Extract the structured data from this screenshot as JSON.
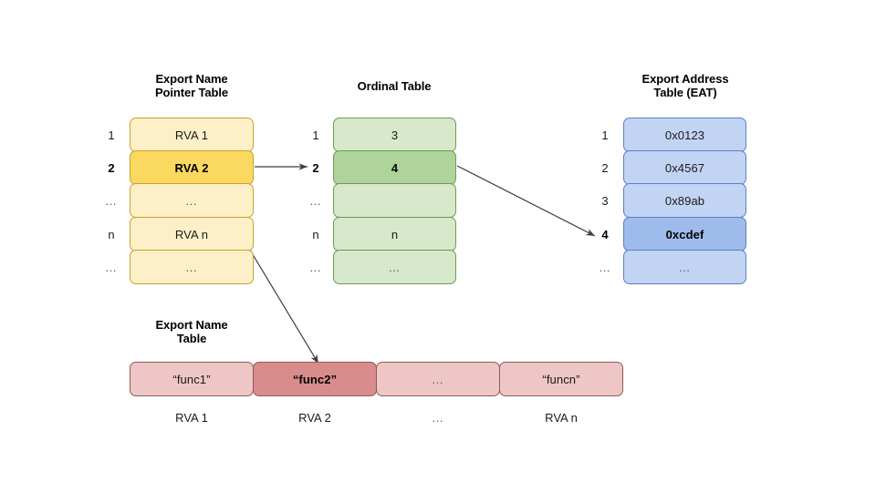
{
  "diagram": {
    "title_note": "PE export directory lookup diagram",
    "background": "#ffffff"
  },
  "colors": {
    "yellow_base": "#FDF0C8",
    "yellow_highlight": "#FBD85F",
    "yellow_border": "#C9A227",
    "green_base": "#D8E8CB",
    "green_highlight": "#AFD49B",
    "green_border": "#6C9B53",
    "blue_base": "#C2D4F4",
    "blue_highlight": "#9FBBEC",
    "blue_border": "#5B7FC0",
    "pink_base": "#EFC6C6",
    "pink_highlight": "#D98C8C",
    "pink_border": "#8C5B5B",
    "arrow": "#3f3f3f"
  },
  "name_pointer_table": {
    "title_line1": "Export Name",
    "title_line2": "Pointer Table",
    "indices": [
      "1",
      "2",
      "…",
      "n",
      "…"
    ],
    "rows": [
      {
        "value": "RVA 1",
        "highlight": false
      },
      {
        "value": "RVA 2",
        "highlight": true
      },
      {
        "value": "…",
        "highlight": false
      },
      {
        "value": "RVA n",
        "highlight": false
      },
      {
        "value": "…",
        "highlight": false
      }
    ]
  },
  "ordinal_table": {
    "title_line1": "Ordinal Table",
    "title_line2": "",
    "indices": [
      "1",
      "2",
      "…",
      "n",
      "…"
    ],
    "rows": [
      {
        "value": "3",
        "highlight": false
      },
      {
        "value": "4",
        "highlight": true
      },
      {
        "value": "",
        "highlight": false
      },
      {
        "value": "n",
        "highlight": false
      },
      {
        "value": "…",
        "highlight": false
      }
    ]
  },
  "export_address_table": {
    "title_line1": "Export Address",
    "title_line2": "Table (EAT)",
    "indices": [
      "1",
      "2",
      "3",
      "4",
      "…"
    ],
    "rows": [
      {
        "value": "0x0123",
        "highlight": false
      },
      {
        "value": "0x4567",
        "highlight": false
      },
      {
        "value": "0x89ab",
        "highlight": false
      },
      {
        "value": "0xcdef",
        "highlight": true
      },
      {
        "value": "…",
        "highlight": false
      }
    ]
  },
  "export_name_table": {
    "title_line1": "Export Name",
    "title_line2": "Table",
    "cells": [
      {
        "value": "“func1”",
        "highlight": false,
        "rva": "RVA 1"
      },
      {
        "value": "“func2”",
        "highlight": true,
        "rva": "RVA 2"
      },
      {
        "value": "…",
        "highlight": false,
        "rva": "…"
      },
      {
        "value": "“funcn”",
        "highlight": false,
        "rva": "RVA n"
      }
    ]
  },
  "arrows": [
    {
      "name": "pointer-to-ordinal-index",
      "from": "name-pointer-row-2",
      "to": "ordinal-index-2"
    },
    {
      "name": "ordinal-to-eat-index",
      "from": "ordinal-row-2",
      "to": "eat-index-4"
    },
    {
      "name": "pointer-to-name-table",
      "from": "name-pointer-row-2",
      "to": "export-name-cell-2"
    }
  ]
}
